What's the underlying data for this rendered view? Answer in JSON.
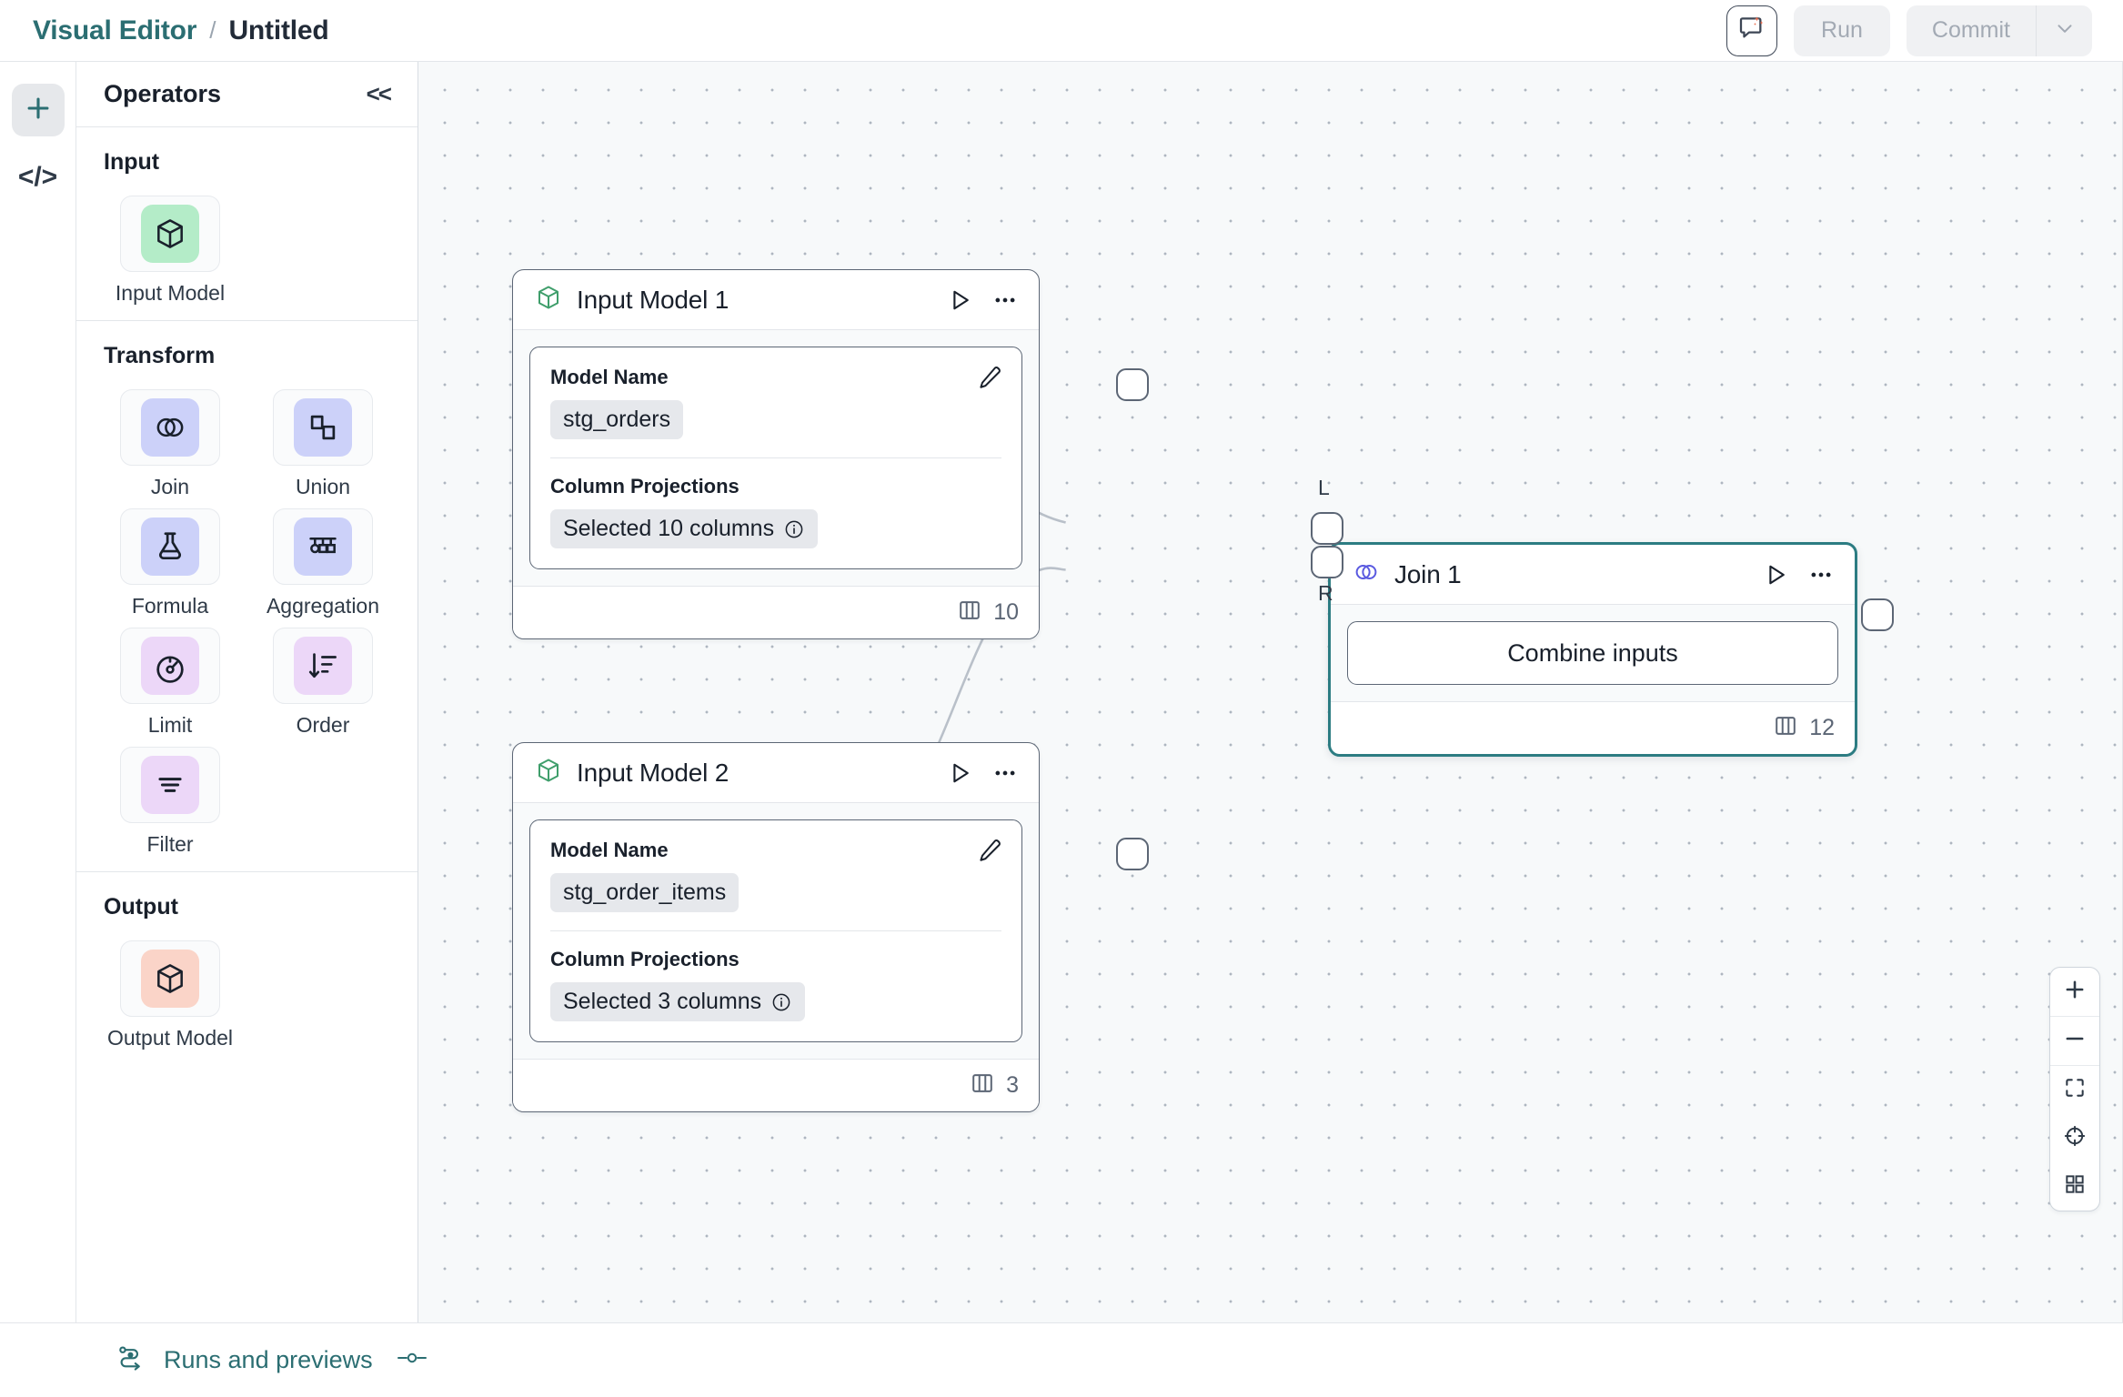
{
  "header": {
    "breadcrumb_root": "Visual Editor",
    "breadcrumb_sep": "/",
    "breadcrumb_leaf": "Untitled",
    "ai_icon": "ai-chat-sparkle-icon",
    "run_label": "Run",
    "commit_label": "Commit",
    "commit_caret_icon": "chevron-down-icon"
  },
  "rail": {
    "add_icon": "plus-icon",
    "code_icon": "code-brackets-icon",
    "code_glyph": "</>"
  },
  "panel": {
    "title": "Operators",
    "collapse_icon": "double-chevron-left-icon",
    "collapse_glyph": "<<",
    "groups": [
      {
        "title": "Input",
        "items": [
          {
            "label": "Input Model",
            "icon": "cube-icon",
            "bg": "#b4ecc8"
          }
        ]
      },
      {
        "title": "Transform",
        "items": [
          {
            "label": "Join",
            "icon": "venn-circles-icon",
            "bg": "#ccd1f9"
          },
          {
            "label": "Union",
            "icon": "union-shapes-icon",
            "bg": "#ccd1f9"
          },
          {
            "label": "Formula",
            "icon": "flask-icon",
            "bg": "#ccd1f9"
          },
          {
            "label": "Aggregation",
            "icon": "hierarchy-icon",
            "bg": "#ccd1f9"
          },
          {
            "label": "Limit",
            "icon": "gauge-icon",
            "bg": "#ecd7f8"
          },
          {
            "label": "Order",
            "icon": "sort-descending-icon",
            "bg": "#ecd7f8"
          },
          {
            "label": "Filter",
            "icon": "filter-lines-icon",
            "bg": "#ecd7f8"
          }
        ]
      },
      {
        "title": "Output",
        "items": [
          {
            "label": "Output Model",
            "icon": "cube-icon",
            "bg": "#fad4c8"
          }
        ]
      }
    ]
  },
  "canvas": {
    "nodes": [
      {
        "id": "input-model-1",
        "title": "Input Model 1",
        "icon": "cube-icon",
        "icon_color": "#3f9e6b",
        "selected": false,
        "model_name_label": "Model Name",
        "model_name_value": "stg_orders",
        "column_projections_label": "Column Projections",
        "column_projections_value": "Selected 10 columns",
        "info_icon": "info-circle-icon",
        "edit_icon": "pencil-edit-icon",
        "run_icon": "play-triangle-icon",
        "menu_icon": "ellipsis-horizontal-icon",
        "columns_icon": "columns-icon",
        "columns_count": "10"
      },
      {
        "id": "input-model-2",
        "title": "Input Model 2",
        "icon": "cube-icon",
        "icon_color": "#3f9e6b",
        "selected": false,
        "model_name_label": "Model Name",
        "model_name_value": "stg_order_items",
        "column_projections_label": "Column Projections",
        "column_projections_value": "Selected 3 columns",
        "info_icon": "info-circle-icon",
        "edit_icon": "pencil-edit-icon",
        "run_icon": "play-triangle-icon",
        "menu_icon": "ellipsis-horizontal-icon",
        "columns_icon": "columns-icon",
        "columns_count": "3"
      },
      {
        "id": "join-1",
        "title": "Join 1",
        "icon": "venn-circles-icon",
        "icon_color": "#5a5ae0",
        "selected": true,
        "combine_label": "Combine inputs",
        "run_icon": "play-triangle-icon",
        "menu_icon": "ellipsis-horizontal-icon",
        "columns_icon": "columns-icon",
        "columns_count": "12",
        "port_left_label": "L",
        "port_right_label": "R"
      }
    ],
    "zoom_controls": [
      {
        "icon": "zoom-in-icon"
      },
      {
        "icon": "zoom-out-icon"
      },
      {
        "icon": "fit-to-screen-icon"
      },
      {
        "icon": "center-target-icon"
      },
      {
        "icon": "grid-view-icon"
      }
    ]
  },
  "footer": {
    "runs_icon": "pipeline-flow-icon",
    "runs_label": "Runs and previews",
    "status_icon": "node-connector-icon"
  },
  "colors": {
    "accent_teal": "#2b6e72",
    "selected_border": "#2c7c82",
    "canvas_bg": "#f7f9fa",
    "node_border": "#5c6675",
    "edge": "#b9c0c9"
  }
}
